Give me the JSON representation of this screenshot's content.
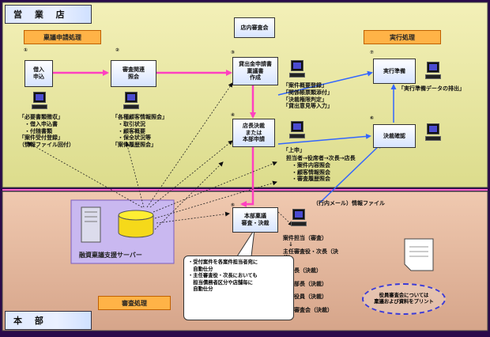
{
  "sections": {
    "branch": "営 業 店",
    "hq": "本 部"
  },
  "phases": {
    "application": "稟議申請処理",
    "execution": "実行処理",
    "review": "審査処理"
  },
  "boxes": {
    "apply": {
      "num": "①",
      "label": "借入\n申込"
    },
    "inquiry": {
      "num": "②",
      "label": "審査関連\n照会"
    },
    "docs": {
      "num": "③",
      "label": "貸出金申請書\n稟議書\n作成"
    },
    "store_review": {
      "label": "店内審査会"
    },
    "store_decision": {
      "num": "④",
      "label": "店長決裁\nまたは\n本部申請"
    },
    "exec_prep": {
      "num": "⑦",
      "label": "実行準備"
    },
    "decision_confirm": {
      "num": "⑥",
      "label": "決裁確認"
    },
    "hq_review": {
      "num": "⑤",
      "label": "本部稟議\n審査・決裁"
    }
  },
  "texts": {
    "apply_list": "「必要書類徴収」\n　・借入申込書\n　・付随書類\n「案件受付登録」\n（情報ファイル回付）",
    "inquiry_list": "「各種顧客情報照会」\n　・取引状況\n　・顧客概要\n　・保全状況等\n「案件履歴照会」",
    "docs_list": "「案件概要登録」\n「関係帳票類添付」\n「決裁権限判定」\n「貸出意見等入力」",
    "exec_list": "「実行準備データの排出」",
    "route_title": "「上申」",
    "route_list": "担当者→役席者→次長→店長\n　・案件内容照会\n　・顧客情報照会\n　・審査履歴照会",
    "mail": "（行内メール）情報ファイル",
    "hq_route": "案件担当（審査）\n　↓\n主任審査役・次長（決\n裁）\n　↓\n副部長（決裁）\n　↓\n融資部長（決裁）\n　↓\n担当役員（決裁）\n　↓\n役員審査会（決裁）",
    "server": "融資稟議支援サーバー",
    "note": "・受付案件を各案件担当者宛に\n　自動仕分\n・主任審査役・次長においても\n　担当債務者区分や店舗毎に\n　自動仕分",
    "oval": "役員審査会については\n稟議および資料をプリント"
  }
}
